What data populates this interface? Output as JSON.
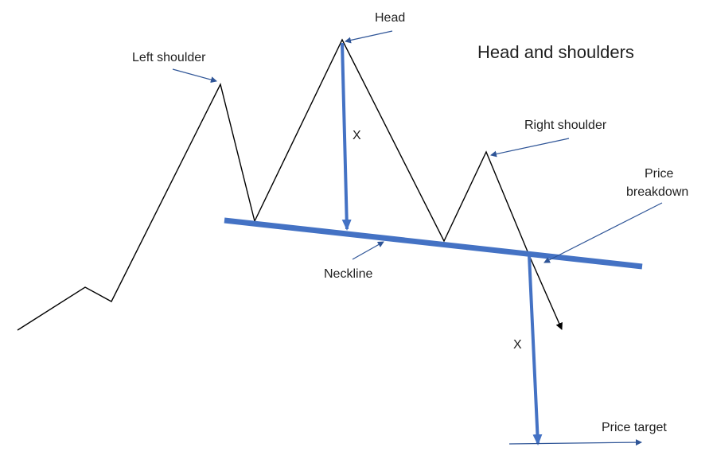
{
  "title": "Head and shoulders",
  "labels": {
    "head": "Head",
    "left_shoulder": "Left shoulder",
    "right_shoulder": "Right shoulder",
    "price_breakdown_line1": "Price",
    "price_breakdown_line2": "breakdown",
    "neckline": "Neckline",
    "price_target": "Price target",
    "x_upper": "X",
    "x_lower": "X"
  },
  "colors": {
    "price_line": "#000000",
    "neckline": "#4472c4",
    "arrows": "#2f5597"
  }
}
